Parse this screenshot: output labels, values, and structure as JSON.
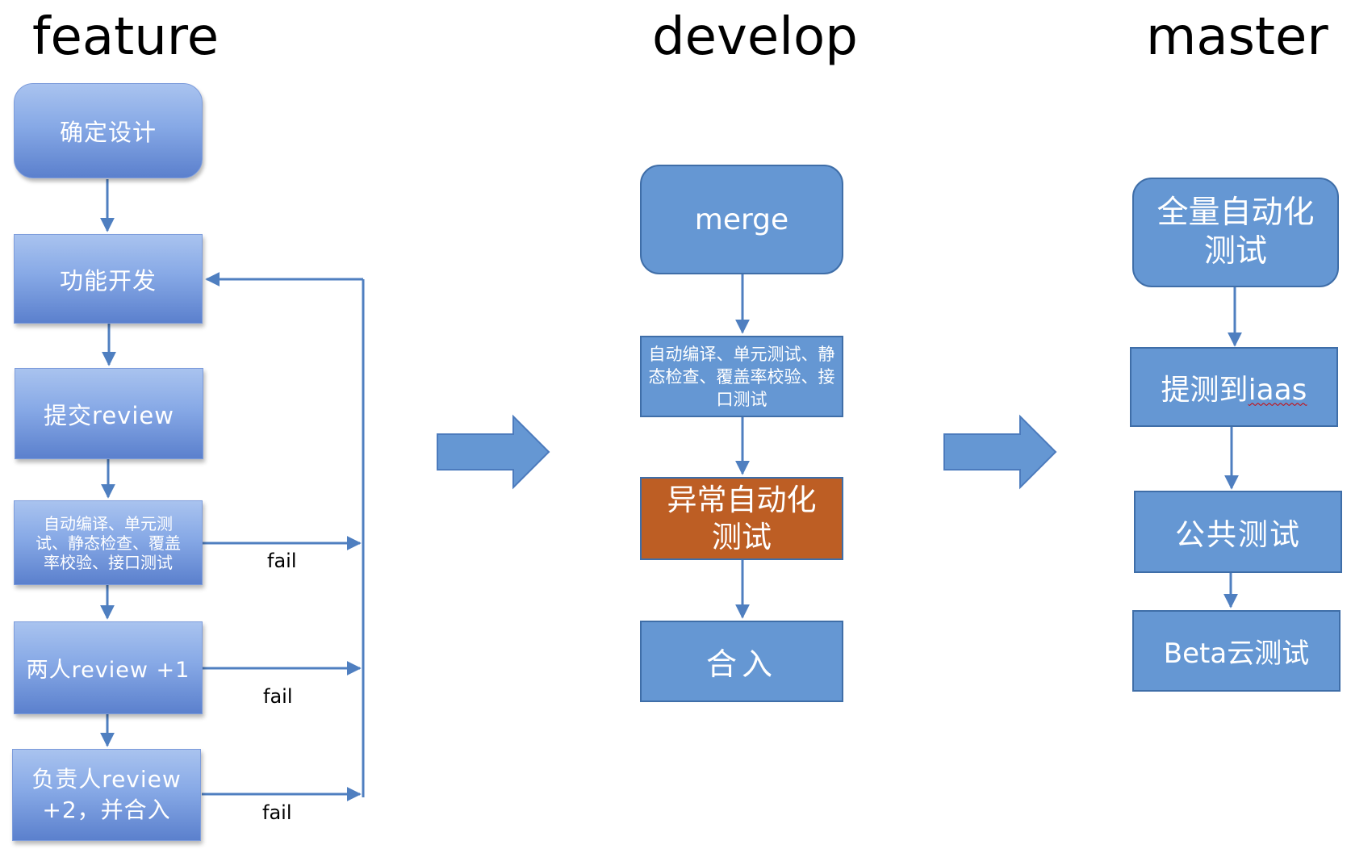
{
  "columns": {
    "feature": {
      "title": "feature",
      "steps": [
        "确定设计",
        "功能开发",
        "提交review",
        "自动编译、单元测试、静态检查、覆盖率校验、接口测试",
        "两人review +1",
        "负责人review +2，并合入"
      ],
      "fail_labels": [
        "fail",
        "fail",
        "fail"
      ]
    },
    "develop": {
      "title": "develop",
      "steps": [
        "merge",
        "自动编译、单元测试、静态检查、覆盖率校验、接口测试",
        "异常自动化测试",
        "合入"
      ]
    },
    "master": {
      "title": "master",
      "steps": [
        "全量自动化测试",
        "提测到",
        "iaas",
        "公共测试",
        "Beta云测试"
      ]
    }
  },
  "colors": {
    "feature_box_gradient_top": "#a9c3ef",
    "feature_box_gradient_bottom": "#5b80cd",
    "flow_box": "#6597d3",
    "flow_box_border": "#3f6ea8",
    "highlight_box": "#bd5e24",
    "connector": "#4f7fc0"
  }
}
